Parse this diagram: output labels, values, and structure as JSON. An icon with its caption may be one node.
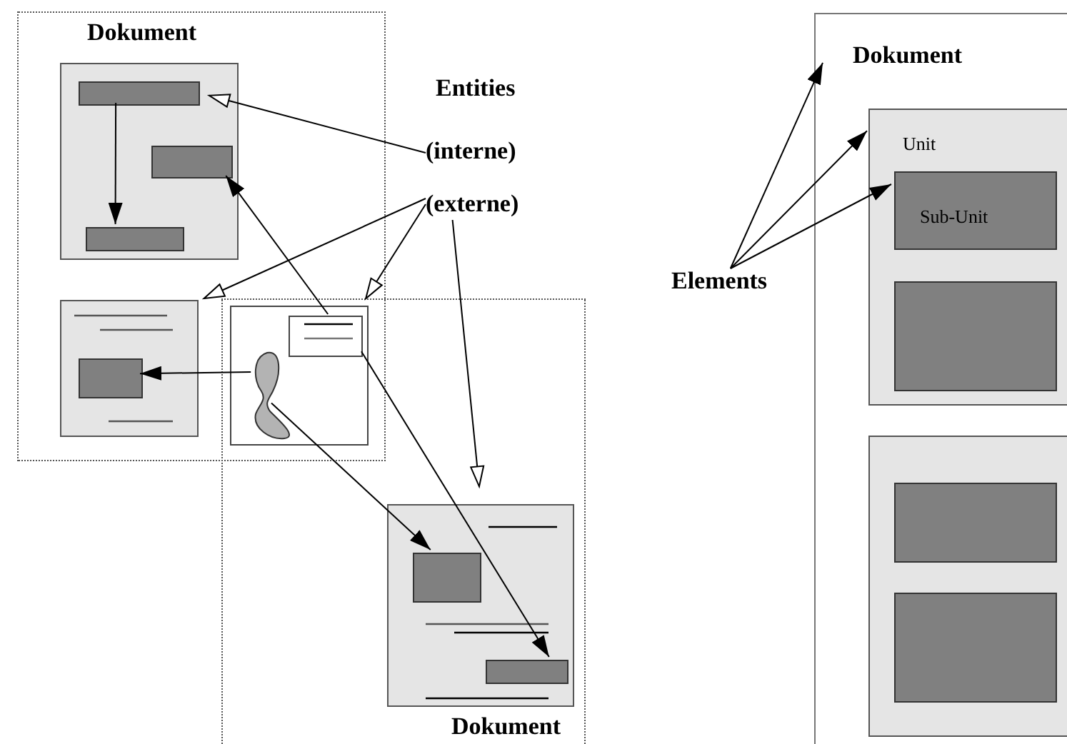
{
  "diagram": {
    "nodes": [
      {
        "text": [
          "Dokument"
        ]
      },
      {
        "text": [],
        "shape": "box",
        "in": 0
      },
      {
        "text": [],
        "shape": "bar",
        "in": 1
      },
      {
        "text": [],
        "shape": "bar",
        "in": 1
      },
      {
        "text": [],
        "shape": "bar",
        "in": 1
      },
      {
        "text": [],
        "shape": "box",
        "in": 0
      },
      {
        "text": [],
        "shape": "bar",
        "in": 5
      },
      {
        "text": [
          "(interne)"
        ]
      },
      {
        "text": [
          "(externe)"
        ]
      },
      {
        "text": [],
        "shape": "box"
      },
      {
        "text": [],
        "shape": "box",
        "in": 9
      },
      {
        "text": [],
        "shape": "blob",
        "in": 9
      },
      {
        "text": [
          "Dokument"
        ]
      },
      {
        "text": [],
        "shape": "box",
        "in": 12
      },
      {
        "text": [],
        "shape": "bar",
        "in": 13
      },
      {
        "text": [],
        "shape": "bar",
        "in": 13
      },
      {
        "text": [
          "Elements"
        ]
      },
      {
        "text": [
          "Dokument"
        ]
      },
      {
        "text": [
          "Unit"
        ],
        "in": 17
      },
      {
        "text": [
          "Sub-Unit"
        ],
        "in": 18
      },
      {
        "text": [],
        "shape": "box",
        "in": 18
      },
      {
        "text": [],
        "shape": "box",
        "in": 17
      },
      {
        "text": [],
        "shape": "box",
        "in": 21
      },
      {
        "text": [],
        "shape": "box",
        "in": 21
      }
    ],
    "edges": [
      {
        "from": 2,
        "to": 4,
        "arrow": "to"
      },
      {
        "from": 7,
        "to": 2,
        "arrow": "to"
      },
      {
        "from": 8,
        "to": 5,
        "arrow": "to"
      },
      {
        "from": 8,
        "to": 9,
        "arrow": "to"
      },
      {
        "from": 8,
        "to": 13,
        "arrow": "to"
      },
      {
        "from": 10,
        "to": 3,
        "arrow": "to"
      },
      {
        "from": 11,
        "to": 6,
        "arrow": "to"
      },
      {
        "from": 11,
        "to": 14,
        "arrow": "to"
      },
      {
        "from": 10,
        "to": 15,
        "arrow": "to"
      },
      {
        "from": 16,
        "to": 17,
        "arrow": "to"
      },
      {
        "from": 16,
        "to": 18,
        "arrow": "to"
      },
      {
        "from": 16,
        "to": 19,
        "arrow": "to"
      }
    ],
    "labels": [
      "Entities"
    ]
  }
}
